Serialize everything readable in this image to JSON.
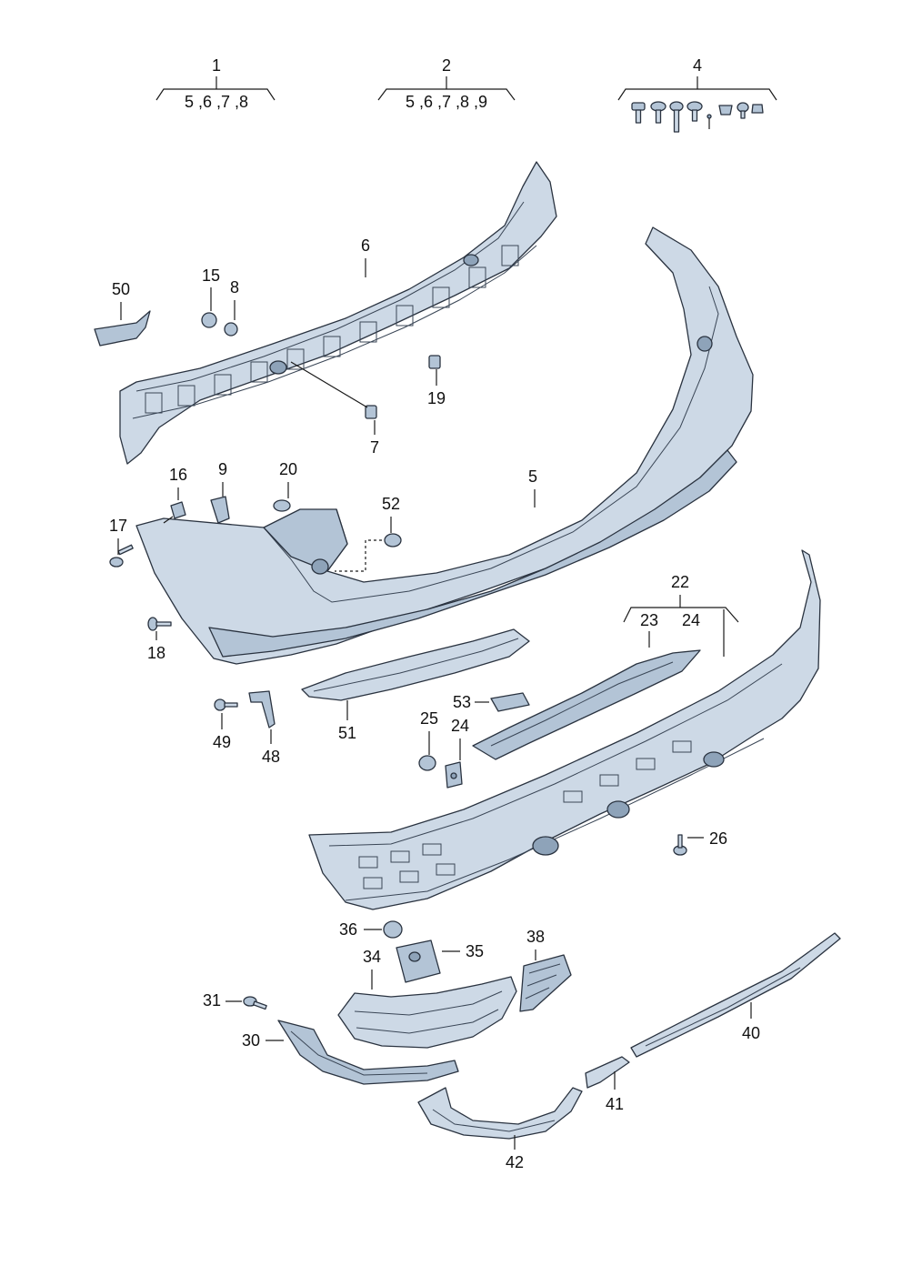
{
  "groups": [
    {
      "number": "1",
      "items": "5 ,6 ,7 ,8"
    },
    {
      "number": "2",
      "items": "5 ,6 ,7 ,8 ,9"
    },
    {
      "number": "4",
      "items": ""
    },
    {
      "number": "22",
      "items_a": "23",
      "items_b": "24"
    }
  ],
  "callouts": {
    "c5": "5",
    "c6": "6",
    "c7": "7",
    "c8": "8",
    "c9": "9",
    "c15": "15",
    "c16": "16",
    "c17": "17",
    "c18": "18",
    "c19": "19",
    "c20": "20",
    "c24": "24",
    "c25": "25",
    "c26": "26",
    "c30": "30",
    "c31": "31",
    "c34": "34",
    "c35": "35",
    "c36": "36",
    "c38": "38",
    "c40": "40",
    "c41": "41",
    "c42": "42",
    "c48": "48",
    "c49": "49",
    "c50": "50",
    "c51": "51",
    "c52": "52",
    "c53": "53"
  },
  "colors": {
    "part_fill": "#cdd9e6",
    "part_shade": "#8ea3b9",
    "outline": "#2a3340"
  }
}
